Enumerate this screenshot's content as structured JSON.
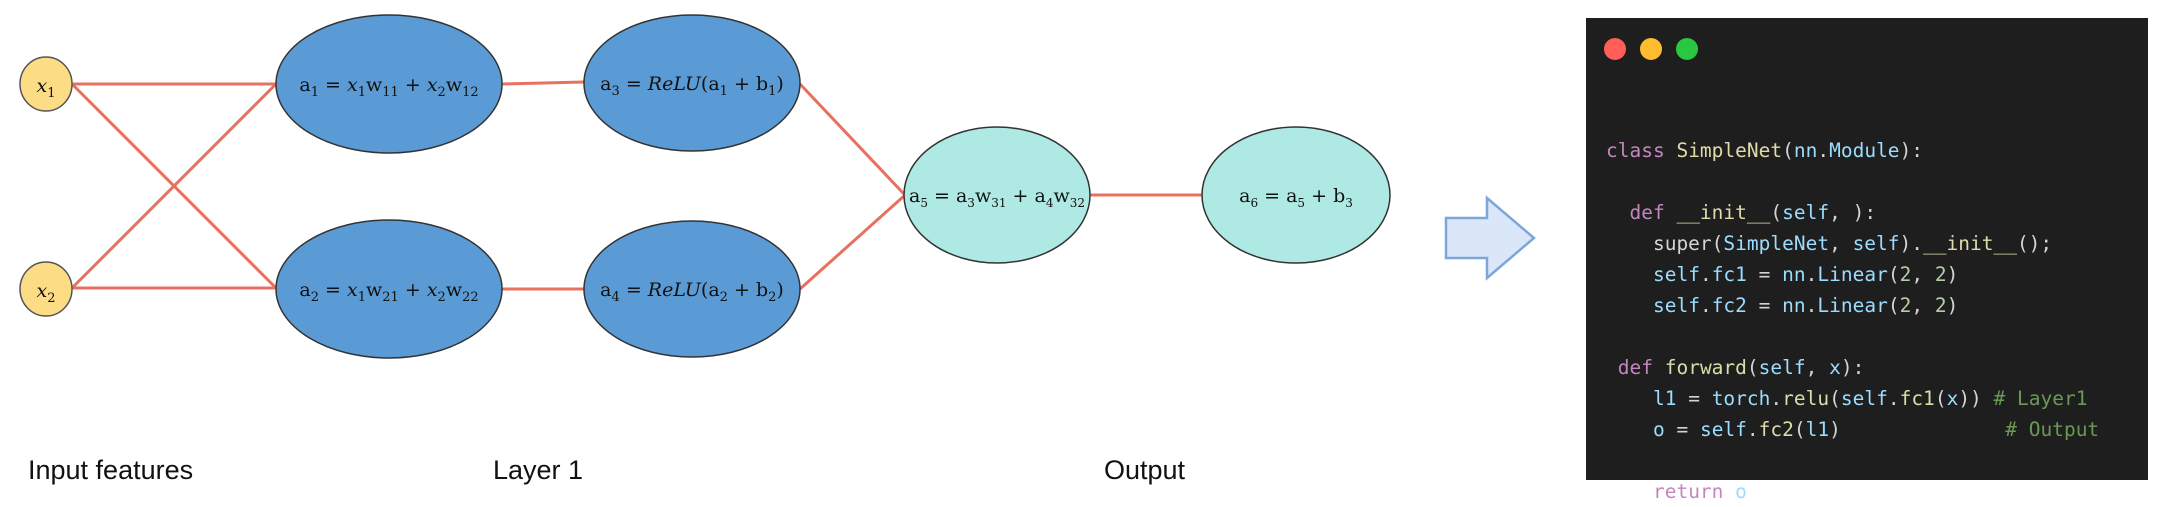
{
  "section_labels": {
    "input": "Input features",
    "layer1": "Layer 1",
    "output": "Output"
  },
  "colors": {
    "edge": "#e8705e",
    "input_node_fill": "#fcdc84",
    "hidden_node_fill": "#5b9bd5",
    "output_node_fill": "#aee9e3",
    "arrow_fill": "#dae7f8",
    "arrow_stroke": "#7ea6d8",
    "code_bg": "#1e1e1e"
  },
  "nodes": {
    "x1": {
      "var": "x",
      "sub": "1"
    },
    "x2": {
      "var": "x",
      "sub": "2"
    },
    "a1": {
      "lhs": "a",
      "lhs_sub": "1",
      "eq": "=",
      "t1_var": "x",
      "t1_var_sub": "1",
      "t1_w": "w",
      "t1_w_sub": "11",
      "plus": "+",
      "t2_var": "x",
      "t2_var_sub": "2",
      "t2_w": "w",
      "t2_w_sub": "12"
    },
    "a2": {
      "lhs": "a",
      "lhs_sub": "2",
      "eq": "=",
      "t1_var": "x",
      "t1_var_sub": "1",
      "t1_w": "w",
      "t1_w_sub": "21",
      "plus": "+",
      "t2_var": "x",
      "t2_var_sub": "2",
      "t2_w": "w",
      "t2_w_sub": "22"
    },
    "a3": {
      "lhs": "a",
      "lhs_sub": "3",
      "eq": "=",
      "fn": "ReLU",
      "open": "(",
      "arg1": "a",
      "arg1_sub": "1",
      "plus": "+",
      "arg2": "b",
      "arg2_sub": "1",
      "close": ")"
    },
    "a4": {
      "lhs": "a",
      "lhs_sub": "4",
      "eq": "=",
      "fn": "ReLU",
      "open": "(",
      "arg1": "a",
      "arg1_sub": "2",
      "plus": "+",
      "arg2": "b",
      "arg2_sub": "2",
      "close": ")"
    },
    "a5": {
      "lhs": "a",
      "lhs_sub": "5",
      "eq": "=",
      "t1_var": "a",
      "t1_var_sub": "3",
      "t1_w": "w",
      "t1_w_sub": "31",
      "plus": "+",
      "t2_var": "a",
      "t2_var_sub": "4",
      "t2_w": "w",
      "t2_w_sub": "32"
    },
    "a6": {
      "lhs": "a",
      "lhs_sub": "6",
      "eq": "=",
      "arg1": "a",
      "arg1_sub": "5",
      "plus": "+",
      "arg2": "b",
      "arg2_sub": "3"
    }
  },
  "code_lines": [
    [],
    [
      [
        "kw",
        "class "
      ],
      [
        "cls",
        "SimpleNet"
      ],
      [
        "op",
        "("
      ],
      [
        "var",
        "nn"
      ],
      [
        "op",
        "."
      ],
      [
        "var",
        "Module"
      ],
      [
        "op",
        "):"
      ]
    ],
    [],
    [
      [
        "op",
        "  "
      ],
      [
        "kw",
        "def "
      ],
      [
        "fn",
        "__init__"
      ],
      [
        "op",
        "("
      ],
      [
        "var",
        "self"
      ],
      [
        "op",
        ", ):"
      ]
    ],
    [
      [
        "op",
        "    super("
      ],
      [
        "var",
        "SimpleNet"
      ],
      [
        "op",
        ", "
      ],
      [
        "var",
        "self"
      ],
      [
        "op",
        ")."
      ],
      [
        "fn",
        "__init__"
      ],
      [
        "op",
        "();"
      ]
    ],
    [
      [
        "op",
        "    "
      ],
      [
        "var",
        "self"
      ],
      [
        "op",
        "."
      ],
      [
        "var",
        "fc1"
      ],
      [
        "op",
        " = "
      ],
      [
        "var",
        "nn"
      ],
      [
        "op",
        "."
      ],
      [
        "var",
        "Linear"
      ],
      [
        "op",
        "("
      ],
      [
        "num",
        "2"
      ],
      [
        "op",
        ", "
      ],
      [
        "num",
        "2"
      ],
      [
        "op",
        ")"
      ]
    ],
    [
      [
        "op",
        "    "
      ],
      [
        "var",
        "self"
      ],
      [
        "op",
        "."
      ],
      [
        "var",
        "fc2"
      ],
      [
        "op",
        " = "
      ],
      [
        "var",
        "nn"
      ],
      [
        "op",
        "."
      ],
      [
        "var",
        "Linear"
      ],
      [
        "op",
        "("
      ],
      [
        "num",
        "2"
      ],
      [
        "op",
        ", "
      ],
      [
        "num",
        "2"
      ],
      [
        "op",
        ")"
      ]
    ],
    [],
    [
      [
        "op",
        " "
      ],
      [
        "kw",
        "def "
      ],
      [
        "fn",
        "forward"
      ],
      [
        "op",
        "("
      ],
      [
        "var",
        "self"
      ],
      [
        "op",
        ", "
      ],
      [
        "var",
        "x"
      ],
      [
        "op",
        "):"
      ]
    ],
    [
      [
        "op",
        "    "
      ],
      [
        "var",
        "l1"
      ],
      [
        "op",
        " = "
      ],
      [
        "var",
        "torch"
      ],
      [
        "op",
        "."
      ],
      [
        "fn",
        "relu"
      ],
      [
        "op",
        "("
      ],
      [
        "var",
        "self"
      ],
      [
        "op",
        "."
      ],
      [
        "fn",
        "fc1"
      ],
      [
        "op",
        "("
      ],
      [
        "var",
        "x"
      ],
      [
        "op",
        ")) "
      ],
      [
        "cm",
        "# Layer1"
      ]
    ],
    [
      [
        "op",
        "    "
      ],
      [
        "var",
        "o"
      ],
      [
        "op",
        " = "
      ],
      [
        "var",
        "self"
      ],
      [
        "op",
        "."
      ],
      [
        "fn",
        "fc2"
      ],
      [
        "op",
        "("
      ],
      [
        "var",
        "l1"
      ],
      [
        "op",
        ")              "
      ],
      [
        "cm",
        "# Output"
      ]
    ],
    [],
    [
      [
        "op",
        "    "
      ],
      [
        "kw",
        "return "
      ],
      [
        "var",
        "o"
      ]
    ]
  ]
}
